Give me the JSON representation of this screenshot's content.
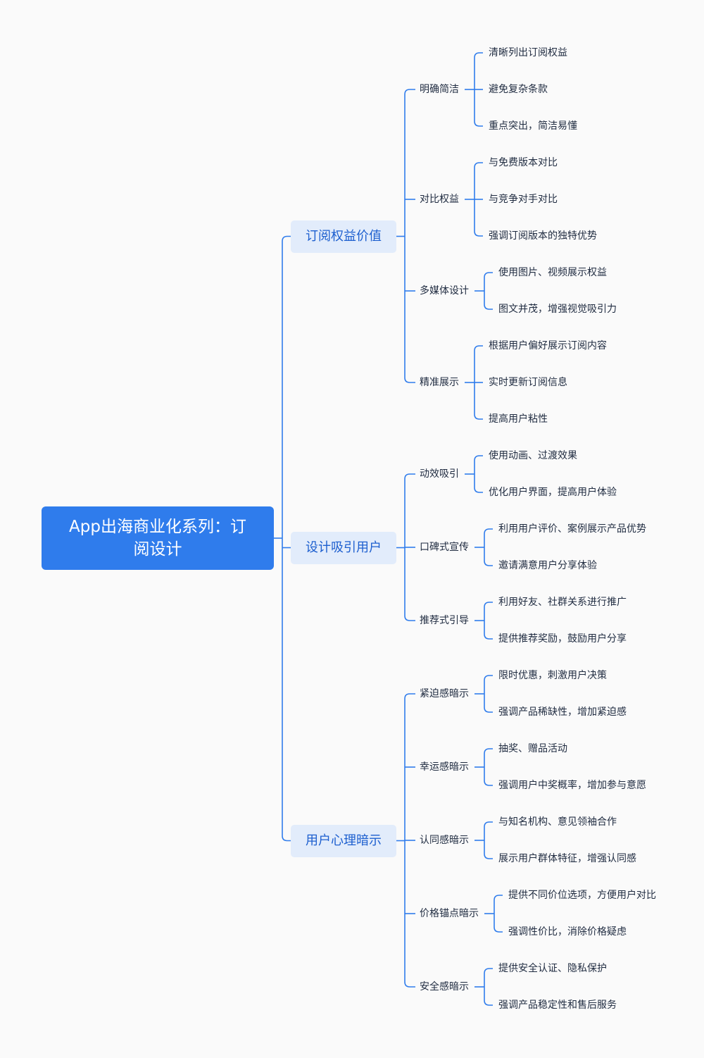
{
  "colors": {
    "background": "#fafafa",
    "root_fill": "#2f7cec",
    "branch_fill": "#e2ecfb",
    "connector": "#2f7cec",
    "text": "#1f2b40",
    "branch_text": "#1d5fcf"
  },
  "root": {
    "title": "App出海商业化系列：订阅设计"
  },
  "branches": [
    {
      "label": "订阅权益价值",
      "children": [
        {
          "label": "明确简洁",
          "leaves": [
            "清晰列出订阅权益",
            "避免复杂条款",
            "重点突出，简洁易懂"
          ]
        },
        {
          "label": "对比权益",
          "leaves": [
            "与免费版本对比",
            "与竞争对手对比",
            "强调订阅版本的独特优势"
          ]
        },
        {
          "label": "多媒体设计",
          "leaves": [
            "使用图片、视频展示权益",
            "图文并茂，增强视觉吸引力"
          ]
        },
        {
          "label": "精准展示",
          "leaves": [
            "根据用户偏好展示订阅内容",
            "实时更新订阅信息",
            "提高用户粘性"
          ]
        }
      ]
    },
    {
      "label": "设计吸引用户",
      "children": [
        {
          "label": "动效吸引",
          "leaves": [
            "使用动画、过渡效果",
            "优化用户界面，提高用户体验"
          ]
        },
        {
          "label": "口碑式宣传",
          "leaves": [
            "利用用户评价、案例展示产品优势",
            "邀请满意用户分享体验"
          ]
        },
        {
          "label": "推荐式引导",
          "leaves": [
            "利用好友、社群关系进行推广",
            "提供推荐奖励，鼓励用户分享"
          ]
        }
      ]
    },
    {
      "label": "用户心理暗示",
      "children": [
        {
          "label": "紧迫感暗示",
          "leaves": [
            "限时优惠，刺激用户决策",
            "强调产品稀缺性，增加紧迫感"
          ]
        },
        {
          "label": "幸运感暗示",
          "leaves": [
            "抽奖、赠品活动",
            "强调用户中奖概率，增加参与意愿"
          ]
        },
        {
          "label": "认同感暗示",
          "leaves": [
            "与知名机构、意见领袖合作",
            "展示用户群体特征，增强认同感"
          ]
        },
        {
          "label": "价格锚点暗示",
          "leaves": [
            "提供不同价位选项，方便用户对比",
            "强调性价比，消除价格疑虑"
          ]
        },
        {
          "label": "安全感暗示",
          "leaves": [
            "提供安全认证、隐私保护",
            "强调产品稳定性和售后服务"
          ]
        }
      ]
    }
  ]
}
